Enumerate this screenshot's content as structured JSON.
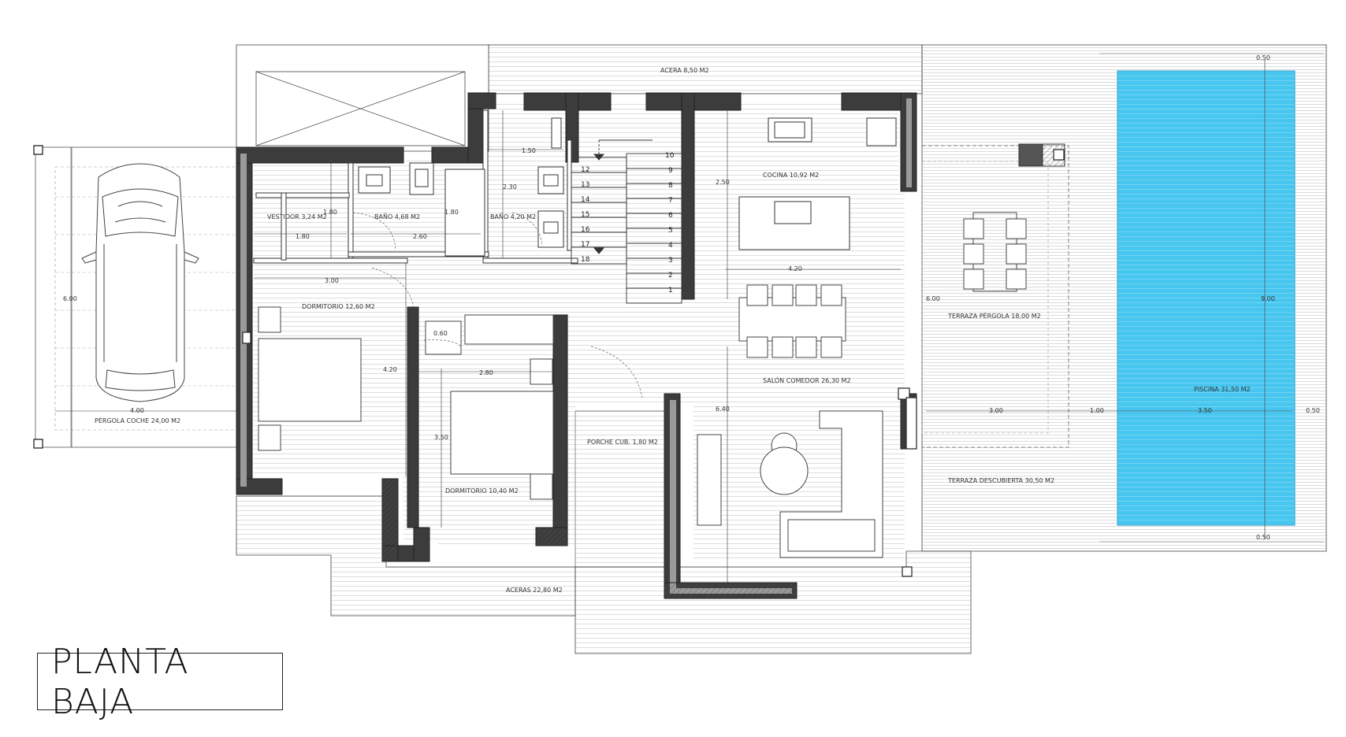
{
  "title": "PLANTA BAJA",
  "colors": {
    "wall": "#3c3c3c",
    "wall_inner": "#8a8a8a",
    "pool": "#47c6ef",
    "hatch": "#d9d9d9",
    "line": "#222222"
  },
  "rooms": {
    "acera_top": "ACERA 8,50 M2",
    "cocina": "COCINA 10,92 M2",
    "vestidor": "VESTIDOR 3,24 M2",
    "bano1": "BAÑO 4,68 M2",
    "bano2": "BAÑO 4,20 M2",
    "dormitorio1": "DORMITORIO 12,60 M2",
    "dormitorio2": "DORMITORIO 10,40 M2",
    "salon": "SALÓN COMEDOR 26,30 M2",
    "porche": "PORCHE CUB. 1,80 M2",
    "pergola_coche": "PÉRGOLA COCHE 24,00 M2",
    "terraza_pergola": "TERRAZA PÉRGOLA 18,00 M2",
    "terraza_desc": "TERRAZA DESCUBIERTA 30,50 M2",
    "piscina": "PISCINA 31,50 M2",
    "aceras": "ACERAS 22,80 M2"
  },
  "dims": {
    "d_150": "1.50",
    "d_230": "2.30",
    "d_250": "2.50",
    "d_180a": "1.80",
    "d_180b": "1.80",
    "d_180c": "1.80",
    "d_260": "2.60",
    "d_300": "3.00",
    "d_420a": "4.20",
    "d_420b": "4.20",
    "d_060": "0.60",
    "d_280": "2.80",
    "d_350": "3.50",
    "d_640": "6.40",
    "d_600a": "6.00",
    "d_600b": "6.00",
    "d_400": "4.00",
    "d_300b": "3.00",
    "d_100": "1.00",
    "d_350b": "3.50",
    "d_050a": "0.50",
    "d_050b": "0.50",
    "d_050c": "0.50",
    "d_900": "9.00"
  },
  "stairs": {
    "left": [
      "12",
      "13",
      "14",
      "15",
      "16",
      "17",
      "18"
    ],
    "right": [
      "10",
      "9",
      "8",
      "7",
      "6",
      "5",
      "4",
      "3",
      "2",
      "1"
    ]
  }
}
